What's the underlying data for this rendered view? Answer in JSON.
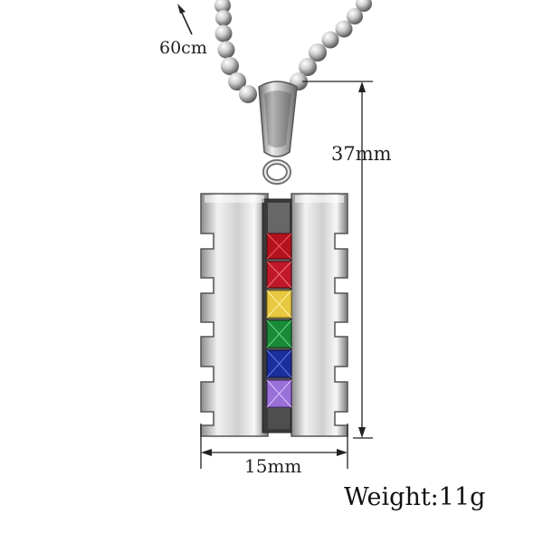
{
  "labels": {
    "chain_length": "60cm",
    "pendant_height": "37mm",
    "pendant_width": "15mm",
    "weight": "Weight:11g"
  },
  "colors": {
    "gem_stones": [
      "#b3121e",
      "#c0182a",
      "#e8c840",
      "#1a8a38",
      "#1a2f9a",
      "#9a70d8"
    ]
  }
}
